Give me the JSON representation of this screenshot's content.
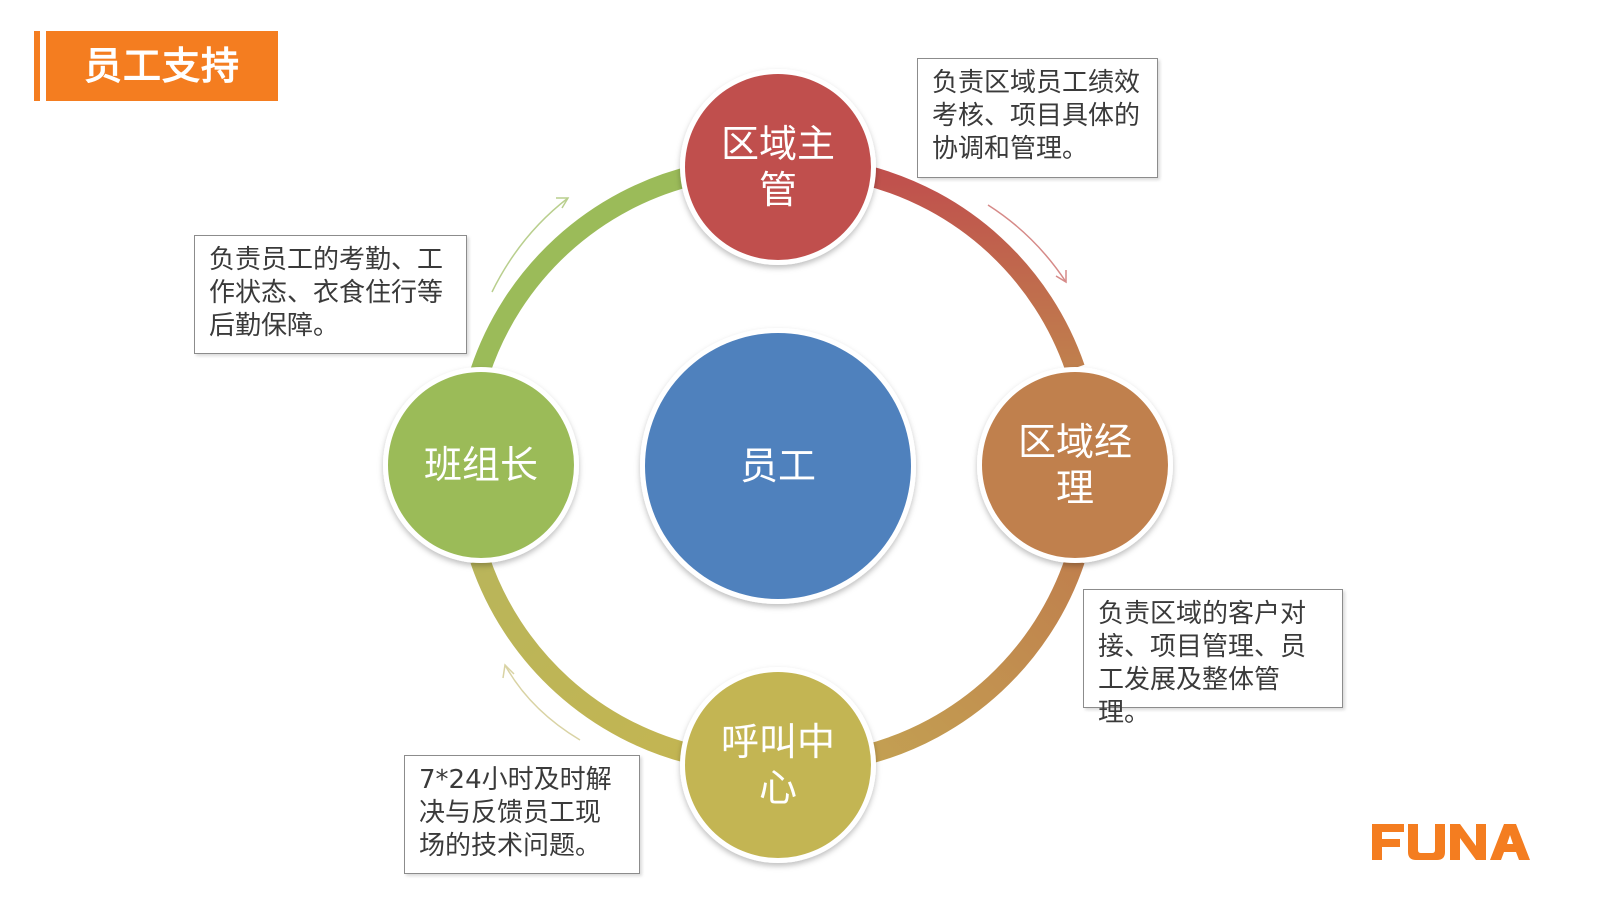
{
  "title": "员工支持",
  "nodes": {
    "center": {
      "label": "员工",
      "color": "#4f81bd"
    },
    "top": {
      "label": "区域主管",
      "color": "#c0504d"
    },
    "right": {
      "label": "区域经理",
      "color": "#c0804d"
    },
    "bottom": {
      "label": "呼叫中心",
      "color": "#c3b552"
    },
    "left": {
      "label": "班组长",
      "color": "#9bbb59"
    }
  },
  "notes": {
    "top": "负责区域员工绩效考核、项目具体的协调和管理。",
    "right": "负责区域的客户对接、项目管理、员工发展及整体管理。",
    "bottom": "7*24小时及时解决与反馈员工现场的技术问题。",
    "left": "负责员工的考勤、工作状态、衣食住行等后勤保障。"
  },
  "logo": {
    "text": "FUNA",
    "color": "#f47d20"
  }
}
